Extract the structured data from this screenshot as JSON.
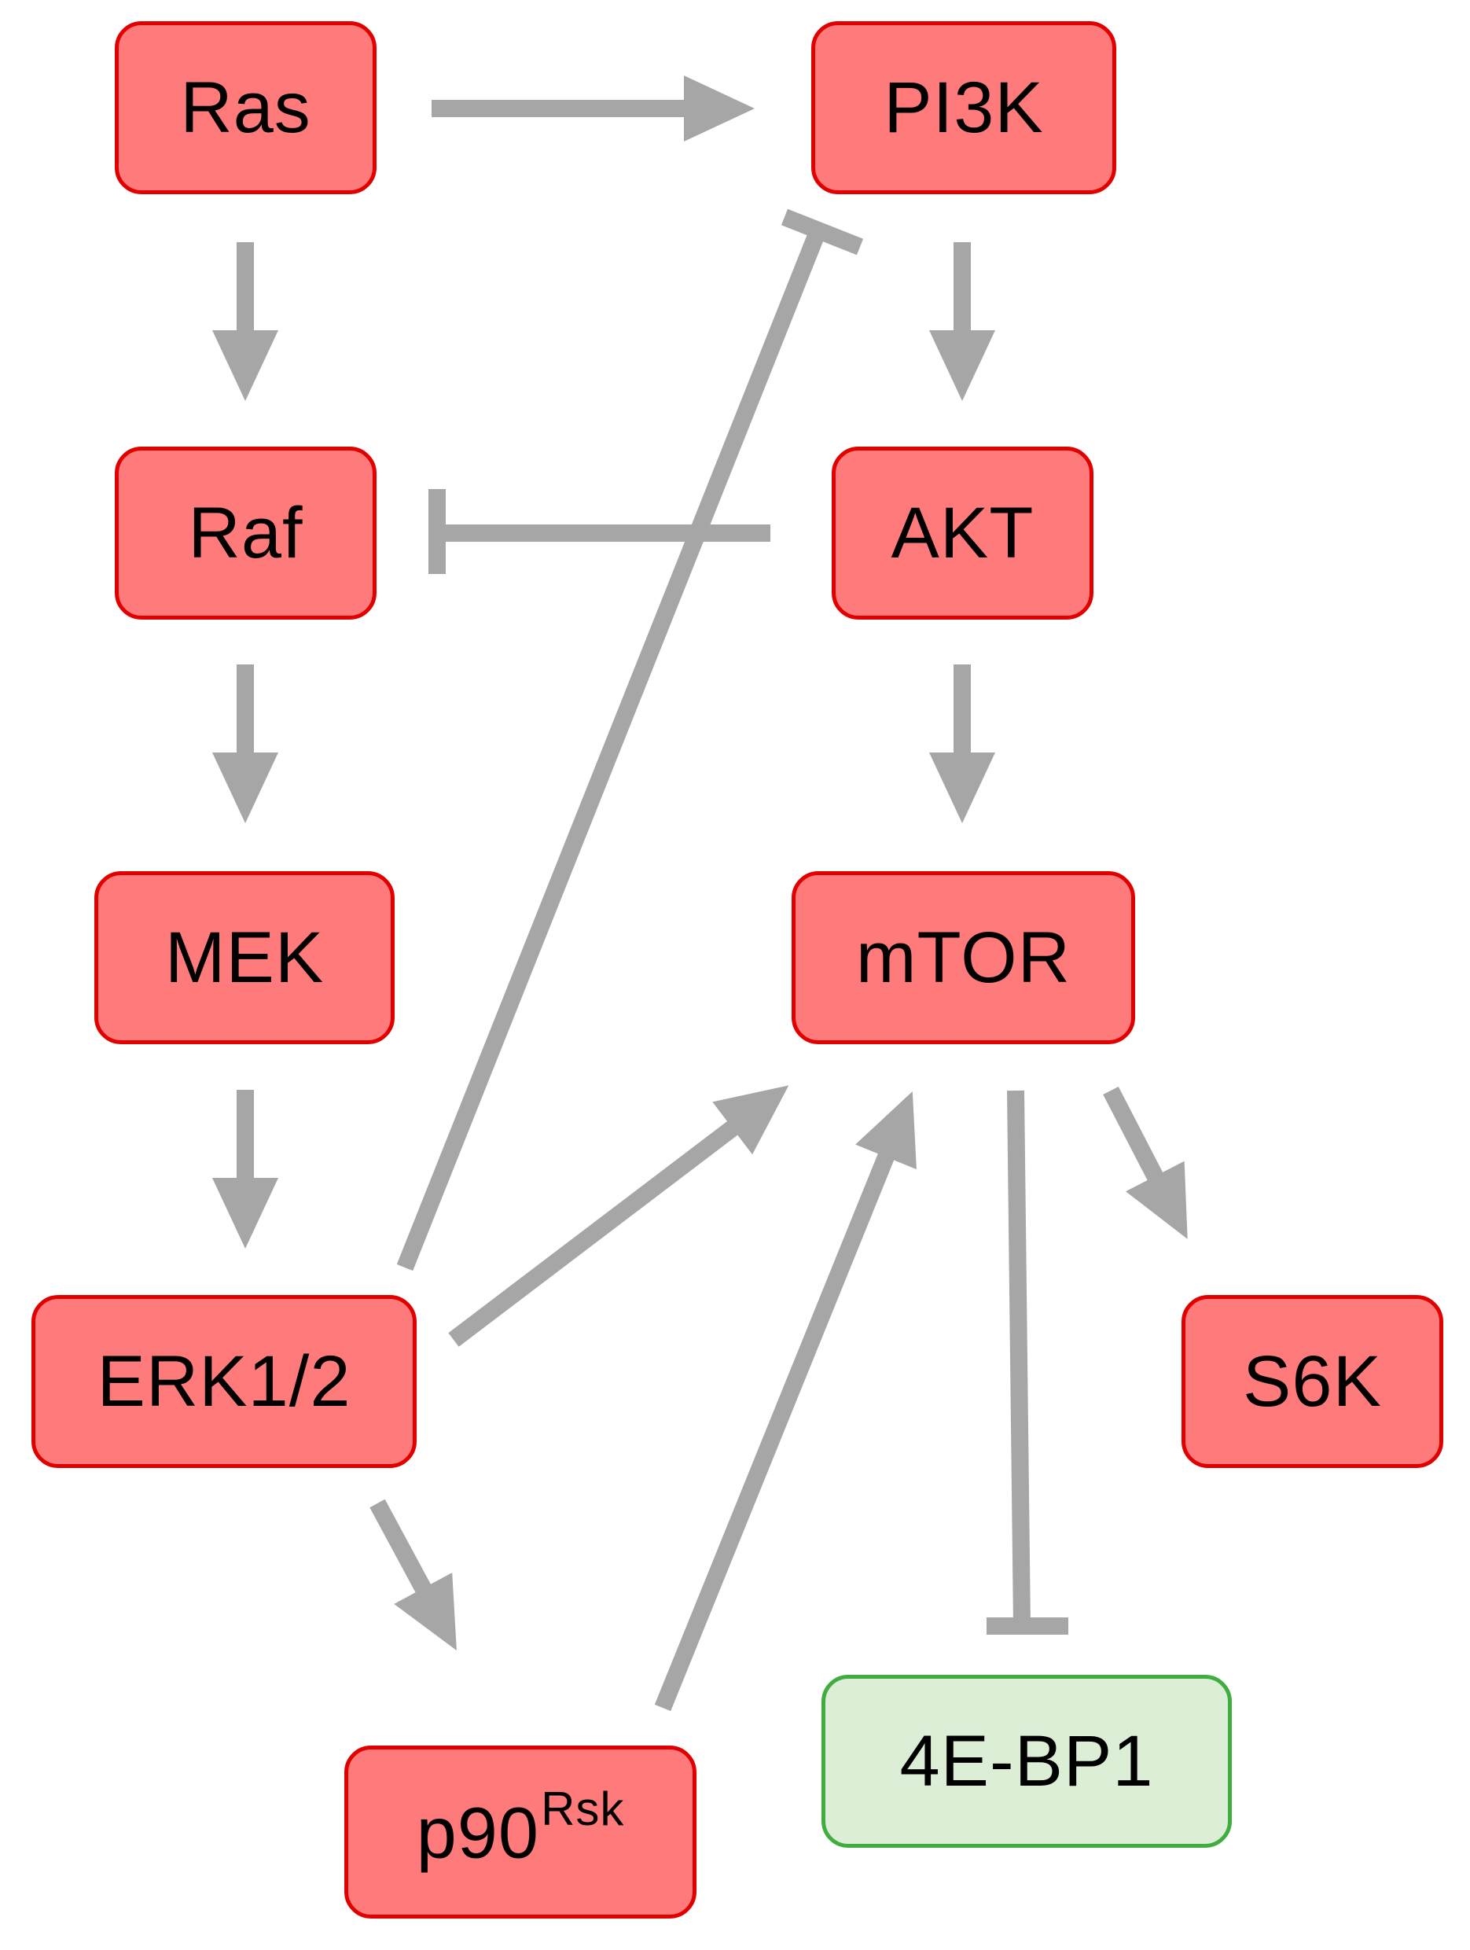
{
  "nodes": {
    "ras": "Ras",
    "pi3k": "PI3K",
    "raf": "Raf",
    "akt": "AKT",
    "mek": "MEK",
    "mtor": "mTOR",
    "erk": "ERK1/2",
    "s6k": "S6K",
    "p90": "p90",
    "p90_sup": "Rsk",
    "bp1": "4E-BP1"
  },
  "colors": {
    "node_fill": "#ff7b7b",
    "node_border": "#e00000",
    "inhibited_fill": "#dcefd6",
    "inhibited_border": "#3fae3f",
    "edge": "#a6a6a6"
  },
  "edges": [
    {
      "from": "Ras",
      "to": "PI3K",
      "type": "activation"
    },
    {
      "from": "Ras",
      "to": "Raf",
      "type": "activation"
    },
    {
      "from": "PI3K",
      "to": "AKT",
      "type": "activation"
    },
    {
      "from": "AKT",
      "to": "Raf",
      "type": "inhibition"
    },
    {
      "from": "Raf",
      "to": "MEK",
      "type": "activation"
    },
    {
      "from": "AKT",
      "to": "mTOR",
      "type": "activation"
    },
    {
      "from": "MEK",
      "to": "ERK1/2",
      "type": "activation"
    },
    {
      "from": "ERK1/2",
      "to": "PI3K",
      "type": "inhibition"
    },
    {
      "from": "ERK1/2",
      "to": "mTOR",
      "type": "activation"
    },
    {
      "from": "ERK1/2",
      "to": "p90Rsk",
      "type": "activation"
    },
    {
      "from": "p90Rsk",
      "to": "mTOR",
      "type": "activation"
    },
    {
      "from": "mTOR",
      "to": "S6K",
      "type": "activation"
    },
    {
      "from": "mTOR",
      "to": "4E-BP1",
      "type": "inhibition"
    }
  ]
}
